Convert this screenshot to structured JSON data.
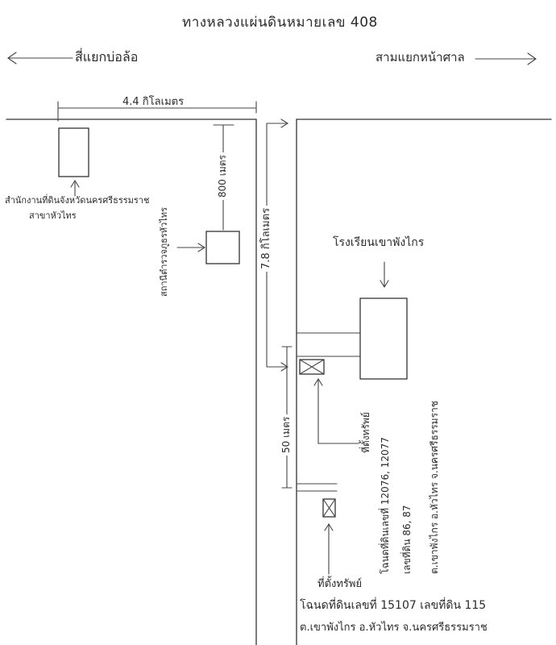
{
  "title": "ทางหลวงแผ่นดินหมายเลข 408",
  "direction_left": "สี่แยกบ่อล้อ",
  "direction_right": "สามแยกหน้าศาล",
  "distance_top": "4.4 กิโลเมตร",
  "distance_800": "800 เมตร",
  "distance_7_8": "7.8 กิโลเมตร",
  "distance_50": "50 เมตร",
  "land_office": {
    "line1": "สำนักงานที่ดินจังหวัดนครศรีธรรมราช",
    "line2": "สาขาหัวไทร"
  },
  "police_station": "สถานีตำรวจภูธรหัวไทร",
  "school": "โรงเรียนเขาพังไกร",
  "plot_a": {
    "label": "ที่ตั้งทรัพย์",
    "line1": "โฉนดที่ดินเลขที่ 12076, 12077",
    "line2": "เลขที่ดิน 86, 87",
    "line3": "ต.เขาพังไกร อ.หัวไทร จ.นครศรีธรรมราช"
  },
  "plot_b": {
    "label": "ที่ตั้งทรัพย์",
    "line1": "โฉนดที่ดินเลขที่ 15107 เลขที่ดิน 115",
    "line2": "ต.เขาพังไกร อ.หัวไทร จ.นครศรีธรรมราช"
  }
}
